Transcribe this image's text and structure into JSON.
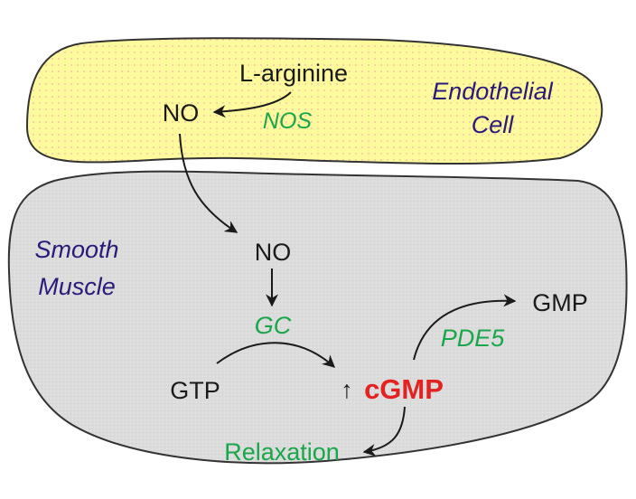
{
  "colors": {
    "endothelial_fill": "#fdfa9e",
    "endothelial_dots": "#f4b8a8",
    "muscle_fill": "#dcdcdc",
    "outline": "#333333",
    "molecule_text": "#1a1a1a",
    "enzyme_text": "#1aa64a",
    "cell_label_text": "#2b1a7a",
    "highlight_text": "#e32222",
    "arrow": "#1a1a1a"
  },
  "endothelial_cell": {
    "label_line1": "Endothelial",
    "label_line2": "Cell",
    "l_arginine": "L-arginine",
    "no": "NO",
    "enzyme_nos": "NOS"
  },
  "smooth_muscle": {
    "label_line1": "Smooth",
    "label_line2": "Muscle",
    "no": "NO",
    "enzyme_gc": "GC",
    "gtp": "GTP",
    "up_arrow": "↑",
    "cgmp": "cGMP",
    "enzyme_pde5": "PDE5",
    "gmp": "GMP",
    "outcome": "Relaxation"
  }
}
